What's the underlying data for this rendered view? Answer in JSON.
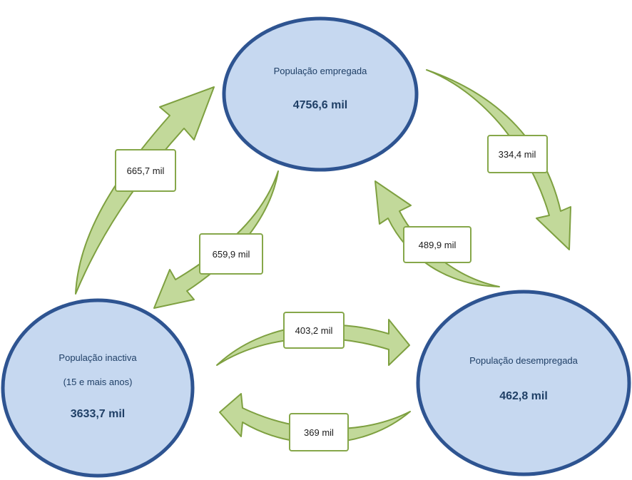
{
  "nodes": {
    "employed": {
      "title": "População empregada",
      "value": "4756,6 mil"
    },
    "inactive": {
      "title": "População inactiva",
      "subtitle": "(15 e mais anos)",
      "value": "3633,7 mil"
    },
    "unemployed": {
      "title": "População desempregada",
      "value": "462,8  mil"
    }
  },
  "flows": {
    "inactive_to_employed": "665,7  mil",
    "employed_to_inactive": "659,9  mil",
    "employed_to_unemployed": "334,4 mil",
    "unemployed_to_employed": "489,9  mil",
    "inactive_to_unemployed": "403,2 mil",
    "unemployed_to_inactive": "369 mil"
  },
  "colors": {
    "ellipse_fill": "#c6d8f0",
    "ellipse_stroke": "#2e5491",
    "arrow_fill": "#c2d99a",
    "arrow_stroke": "#7ea040",
    "label_border": "#86a74a"
  }
}
